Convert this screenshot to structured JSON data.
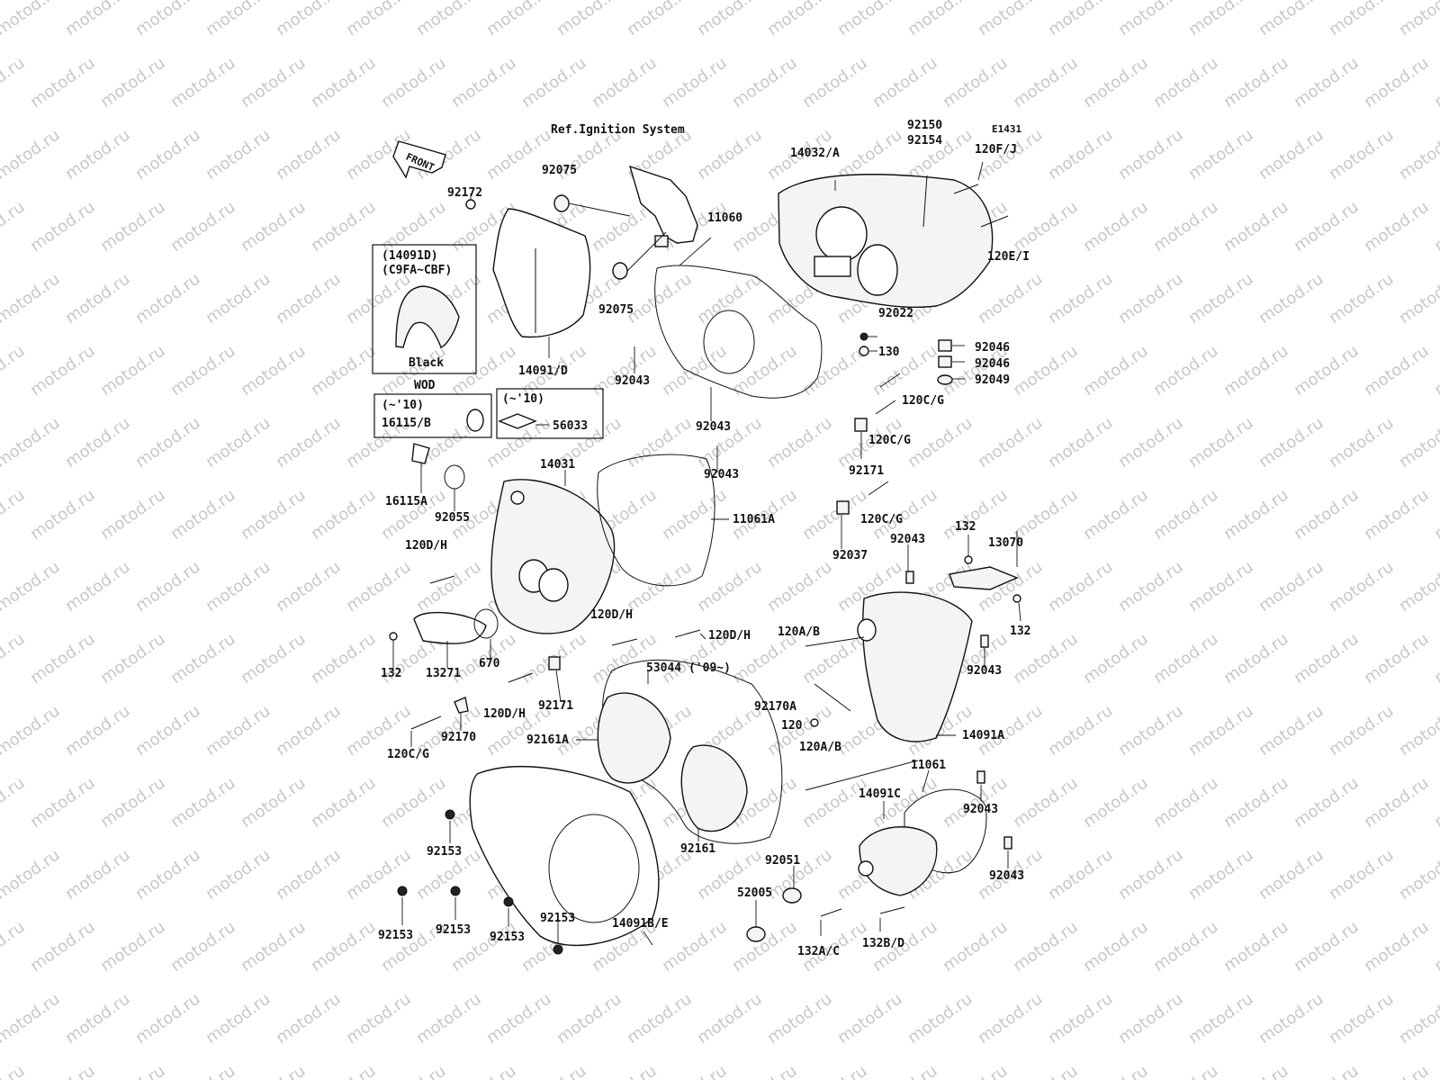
{
  "diagram_code": "E1431",
  "reference": "Ref.Ignition System",
  "front_label": "FRONT",
  "watermark": "motod.ru",
  "inset_boxes": {
    "variant": {
      "code": "(14091D)",
      "range": "(C9FA~CBF)",
      "color": "Black"
    },
    "wod": {
      "title": "WOD",
      "range": "(~'10)",
      "part": "16115/B"
    },
    "gasket": {
      "range": "(~'10)",
      "part": "56033"
    }
  },
  "callouts": {
    "p92172": "92172",
    "p92075a": "92075",
    "p92075b": "92075",
    "p14091d": "14091/D",
    "p11060": "11060",
    "p92043a": "92043",
    "p92043b": "92043",
    "p14032": "14032/A",
    "p92150": "92150",
    "p92154": "92154",
    "p120fj": "120F/J",
    "p120ei": "120E/I",
    "p92022": "92022",
    "p130": "130",
    "p92046a": "92046",
    "p92046b": "92046",
    "p92049": "92049",
    "p120cg1": "120C/G",
    "p120cg2": "120C/G",
    "p92171a": "92171",
    "p120cg3": "120C/G",
    "p92037": "92037",
    "p16115a": "16115A",
    "p92055": "92055",
    "p14031": "14031",
    "p92043c": "92043",
    "p11061a": "11061A",
    "p120dh1": "120D/H",
    "p120dh2": "120D/H",
    "p120dh3": "120D/H",
    "p120dh4": "120D/H",
    "p132a": "132",
    "p13271": "13271",
    "p670": "670",
    "p92171b": "92171",
    "p92170": "92170",
    "p120cg4": "120C/G",
    "p53044": "53044 ('09~)",
    "p92161a": "92161A",
    "p92161": "92161",
    "p92043d": "92043",
    "p132b": "132",
    "p13070": "13070",
    "p132c": "132",
    "p120ab1": "120A/B",
    "p92043e": "92043",
    "p92170a": "92170A",
    "p120": "120",
    "p14091a": "14091A",
    "p120ab2": "120A/B",
    "p11061": "11061",
    "p14091c": "14091C",
    "p92043f": "92043",
    "p92043g": "92043",
    "p92051": "92051",
    "p52005": "52005",
    "p132ac": "132A/C",
    "p132bd": "132B/D",
    "p92153a": "92153",
    "p92153b": "92153",
    "p92153c": "92153",
    "p92153d": "92153",
    "p92153e": "92153",
    "p14091be": "14091B/E"
  }
}
